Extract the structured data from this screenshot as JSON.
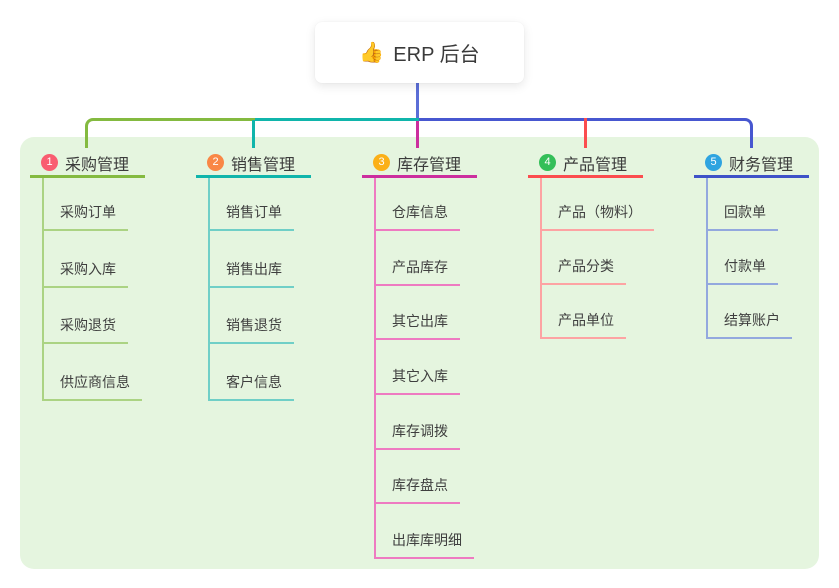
{
  "root_node": {
    "emoji": "👍",
    "label": "ERP 后台"
  },
  "colors": {
    "canvas_bg": "#ffffff",
    "panel_bg": "#e5f5df",
    "root_connector": "#5b6ed7",
    "bus_right": "#4757d0"
  },
  "branches": [
    {
      "badge": "1",
      "title": "采购管理",
      "badge_color": "#f95d70",
      "line_color": "#84ba40",
      "child_line_color": "#abd383",
      "items": [
        "采购订单",
        "采购入库",
        "采购退货",
        "供应商信息"
      ]
    },
    {
      "badge": "2",
      "title": "销售管理",
      "badge_color": "#f98746",
      "line_color": "#10b5ab",
      "child_line_color": "#70cfc7",
      "items": [
        "销售订单",
        "销售出库",
        "销售退货",
        "客户信息"
      ]
    },
    {
      "badge": "3",
      "title": "库存管理",
      "badge_color": "#fbb018",
      "line_color": "#cc2f9e",
      "child_line_color": "#ee7ac1",
      "items": [
        "仓库信息",
        "产品库存",
        "其它出库",
        "其它入库",
        "库存调拨",
        "库存盘点",
        "出库库明细"
      ]
    },
    {
      "badge": "4",
      "title": "产品管理",
      "badge_color": "#33bf58",
      "line_color": "#fb4d4f",
      "child_line_color": "#fda3a3",
      "items": [
        "产品（物料）",
        "产品分类",
        "产品单位"
      ]
    },
    {
      "badge": "5",
      "title": "财务管理",
      "badge_color": "#2fa4e0",
      "line_color": "#3e52c8",
      "child_line_color": "#93a8de",
      "items": [
        "回款单",
        "付款单",
        "结算账户"
      ]
    }
  ]
}
